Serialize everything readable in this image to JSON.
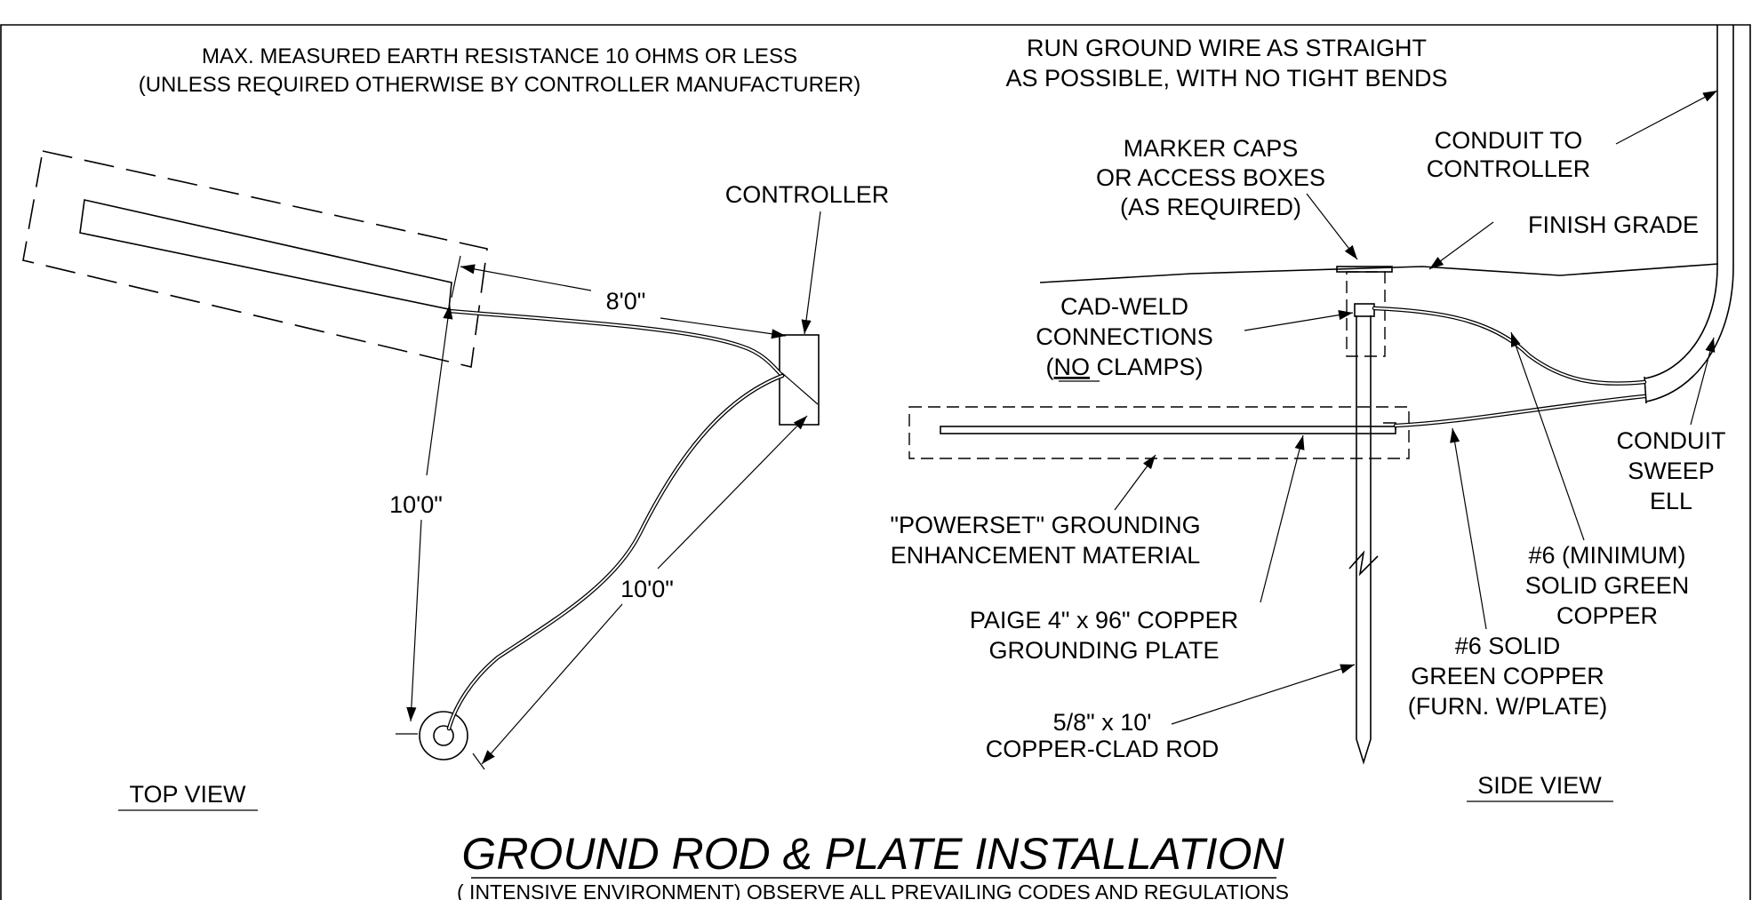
{
  "notes": {
    "resistance_line1": "MAX. MEASURED EARTH RESISTANCE 10 OHMS OR LESS",
    "resistance_line2": "(UNLESS REQUIRED OTHERWISE BY CONTROLLER MANUFACTURER)",
    "ground_wire_line1": "RUN GROUND WIRE AS STRAIGHT",
    "ground_wire_line2": "AS POSSIBLE, WITH NO TIGHT BENDS"
  },
  "top_view": {
    "label": "TOP VIEW",
    "controller": "CONTROLLER",
    "dim_plate_to_controller": "8'0\"",
    "dim_rod_to_plate": "10'0\"",
    "dim_rod_to_controller": "10'0\""
  },
  "side_view": {
    "label": "SIDE VIEW",
    "marker_caps": [
      "MARKER CAPS",
      "OR ACCESS BOXES",
      "(AS REQUIRED)"
    ],
    "conduit_to_controller": [
      "CONDUIT TO",
      "CONTROLLER"
    ],
    "finish_grade": "FINISH GRADE",
    "cad_weld": [
      "CAD-WELD",
      "CONNECTIONS"
    ],
    "cad_weld_no": "NO",
    "cad_weld_clamps": " CLAMPS)",
    "cad_weld_open": "(",
    "conduit_sweep": [
      "CONDUIT",
      "SWEEP",
      "ELL"
    ],
    "powerset": [
      "\"POWERSET\" GROUNDING",
      "ENHANCEMENT MATERIAL"
    ],
    "wire_min": [
      "#6 (MINIMUM)",
      "SOLID GREEN",
      "COPPER"
    ],
    "plate": [
      "PAIGE 4\" x 96\" COPPER",
      "GROUNDING PLATE"
    ],
    "wire_plate": [
      "#6 SOLID",
      "GREEN COPPER",
      "(FURN. W/PLATE)"
    ],
    "rod": [
      "5/8\" x 10'",
      "COPPER-CLAD ROD"
    ]
  },
  "title": {
    "main": "GROUND ROD & PLATE INSTALLATION",
    "subtitle": "( INTENSIVE ENVIRONMENT)  OBSERVE ALL  PREVAILING CODES AND REGULATIONS"
  }
}
